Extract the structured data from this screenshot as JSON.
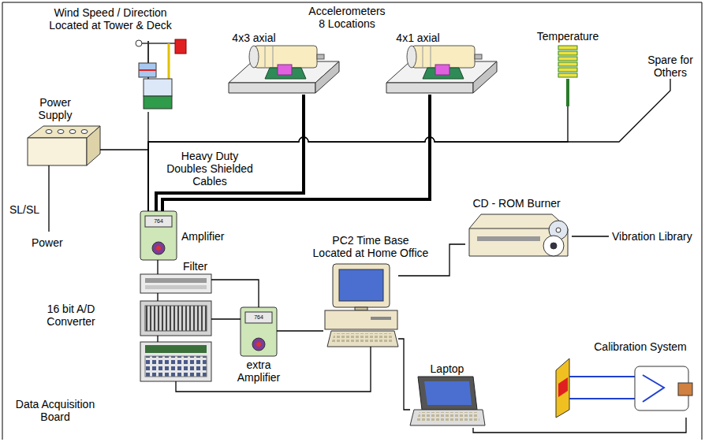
{
  "diagram": {
    "nodes": [
      {
        "text": [
          "Wind Speed / Direction Located at Tower & Deck"
        ]
      },
      {
        "text": [
          "4x3 axial"
        ]
      },
      {
        "text": [
          "4x1 axial"
        ]
      },
      {
        "text": [
          "Temperature"
        ]
      },
      {
        "text": [
          "Spare for Others"
        ]
      },
      {
        "text": [
          "Power Supply"
        ]
      },
      {
        "text": [
          "764",
          "Amplifier"
        ]
      },
      {
        "text": [
          "Filter"
        ]
      },
      {
        "text": [
          "16 bit A/D Converter"
        ]
      },
      {
        "text": [
          "Data Acquisition Board"
        ]
      },
      {
        "text": [
          "764",
          "extra Amplifier"
        ]
      },
      {
        "text": [
          "PC2 Time Base Located at Home Office"
        ]
      },
      {
        "text": [
          "CD - ROM Burner"
        ]
      },
      {
        "text": [
          "Laptop"
        ]
      },
      {
        "text": [
          "Calibration System"
        ]
      }
    ],
    "edges": [
      {
        "from": 0,
        "to": 6,
        "arrow": "none"
      },
      {
        "from": 1,
        "to": 6,
        "arrow": "none"
      },
      {
        "from": 2,
        "to": 6,
        "arrow": "none"
      },
      {
        "from": 3,
        "to": 6,
        "arrow": "none"
      },
      {
        "from": 4,
        "to": 6,
        "arrow": "none"
      },
      {
        "from": 5,
        "to": 6,
        "arrow": "none"
      },
      {
        "from": 6,
        "to": 7,
        "arrow": "none"
      },
      {
        "from": 7,
        "to": 8,
        "arrow": "none"
      },
      {
        "from": 8,
        "to": 9,
        "arrow": "none"
      },
      {
        "from": 7,
        "to": 10,
        "arrow": "none"
      },
      {
        "from": 8,
        "to": 10,
        "arrow": "none"
      },
      {
        "from": 10,
        "to": 11,
        "arrow": "none"
      },
      {
        "from": 9,
        "to": 11,
        "arrow": "none"
      },
      {
        "from": 11,
        "to": 12,
        "arrow": "none"
      },
      {
        "from": 11,
        "to": 13,
        "arrow": "none"
      },
      {
        "from": 13,
        "to": 14,
        "arrow": "none"
      }
    ],
    "labels": [
      "Accelerometers 8 Locations",
      "Heavy Duty Doubles Shielded Cables",
      "SL/SL",
      "Power",
      "Vibration Library"
    ]
  }
}
